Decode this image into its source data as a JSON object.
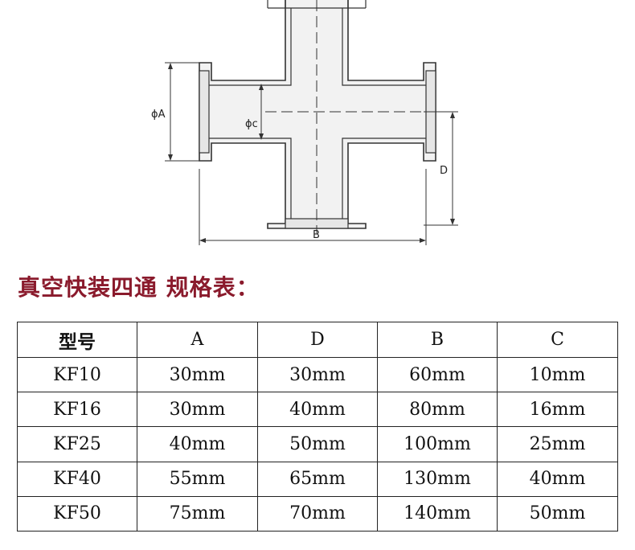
{
  "drawing": {
    "labels": {
      "phi_a": "ϕA",
      "phi_c": "ϕc",
      "d": "D",
      "b": "B"
    }
  },
  "title": "真空快装四通 规格表：",
  "table": {
    "headers": [
      "型号",
      "A",
      "D",
      "B",
      "C"
    ],
    "rows": [
      [
        "KF10",
        "30mm",
        "30mm",
        "60mm",
        "10mm"
      ],
      [
        "KF16",
        "30mm",
        "40mm",
        "80mm",
        "16mm"
      ],
      [
        "KF25",
        "40mm",
        "50mm",
        "100mm",
        "25mm"
      ],
      [
        "KF40",
        "55mm",
        "65mm",
        "130mm",
        "40mm"
      ],
      [
        "KF50",
        "75mm",
        "70mm",
        "140mm",
        "50mm"
      ]
    ]
  }
}
